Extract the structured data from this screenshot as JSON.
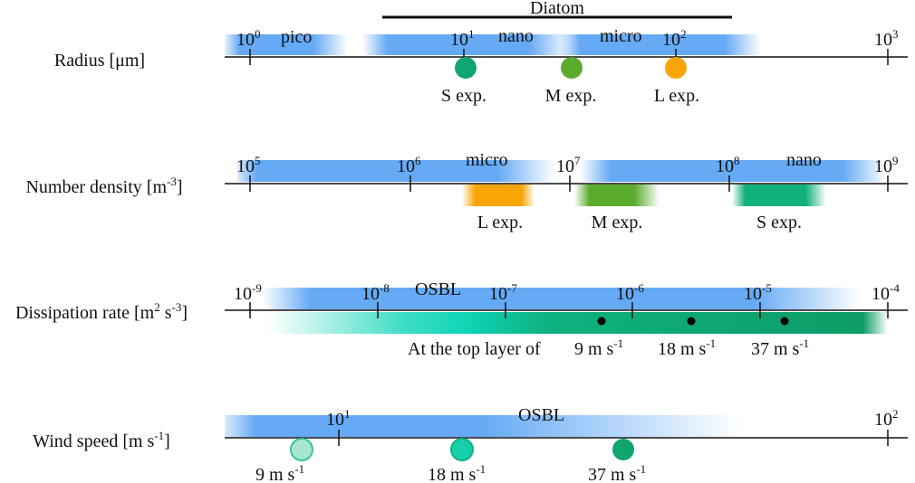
{
  "colors": {
    "band_blue": "#66aaf5",
    "axis": "#111111",
    "s_green": "#12a574",
    "m_green": "#5aaa2e",
    "l_orange": "#f8a506",
    "ocean_teal": "#0ed4b6",
    "ocean_green": "#0d9c66",
    "wind_light": "#a8e6d0",
    "wind_light_edge": "#36c495",
    "wind_mid": "#17cfa9",
    "wind_dark": "#0fa56f"
  },
  "rows": [
    {
      "title": "Radius [μm]",
      "ticks": [
        {
          "base": "10",
          "exp": "0"
        },
        {
          "base": "10",
          "exp": "1"
        },
        {
          "base": "10",
          "exp": "2"
        },
        {
          "base": "10",
          "exp": "3"
        }
      ],
      "bands": [
        {
          "label": "pico"
        },
        {
          "label": "nano"
        },
        {
          "label": "micro"
        }
      ],
      "bracket": {
        "label": "Diatom"
      },
      "markers": [
        {
          "label": "S exp.",
          "color": "s_green"
        },
        {
          "label": "M exp.",
          "color": "m_green"
        },
        {
          "label": "L exp.",
          "color": "l_orange"
        }
      ]
    },
    {
      "title_base": "Number density [m",
      "title_sup": "-3",
      "title_tail": "]",
      "ticks": [
        {
          "base": "10",
          "exp": "5"
        },
        {
          "base": "10",
          "exp": "6"
        },
        {
          "base": "10",
          "exp": "7"
        },
        {
          "base": "10",
          "exp": "8"
        },
        {
          "base": "10",
          "exp": "9"
        }
      ],
      "bands": [
        {
          "label": "micro"
        },
        {
          "label": "nano"
        }
      ],
      "ranges": [
        {
          "label": "L exp.",
          "color": "l_orange"
        },
        {
          "label": "M exp.",
          "color": "m_green"
        },
        {
          "label": "S exp.",
          "color": "s_green"
        }
      ]
    },
    {
      "title_base": "Dissipation rate [m",
      "title_sup1": "2",
      "title_mid": " s",
      "title_sup2": "-3",
      "title_tail": "]",
      "ticks": [
        {
          "base": "10",
          "exp": "-9"
        },
        {
          "base": "10",
          "exp": "-8"
        },
        {
          "base": "10",
          "exp": "-7"
        },
        {
          "base": "10",
          "exp": "-6"
        },
        {
          "base": "10",
          "exp": "-5"
        },
        {
          "base": "10",
          "exp": "-4"
        }
      ],
      "band_label": "OSBL",
      "caption": "At the top layer of",
      "points": [
        {
          "base": "9 m s",
          "sup": "-1"
        },
        {
          "base": "18 m s",
          "sup": "-1"
        },
        {
          "base": "37 m s",
          "sup": "-1"
        }
      ]
    },
    {
      "title_base": "Wind speed [m s",
      "title_sup": "-1",
      "title_tail": "]",
      "ticks": [
        {
          "base": "10",
          "exp": "1"
        },
        {
          "base": "10",
          "exp": "2"
        }
      ],
      "band_label": "OSBL",
      "markers": [
        {
          "base": "9 m s",
          "sup": "-1",
          "color": "wind_light"
        },
        {
          "base": "18 m s",
          "sup": "-1",
          "color": "wind_mid"
        },
        {
          "base": "37 m s",
          "sup": "-1",
          "color": "wind_dark"
        }
      ]
    }
  ]
}
